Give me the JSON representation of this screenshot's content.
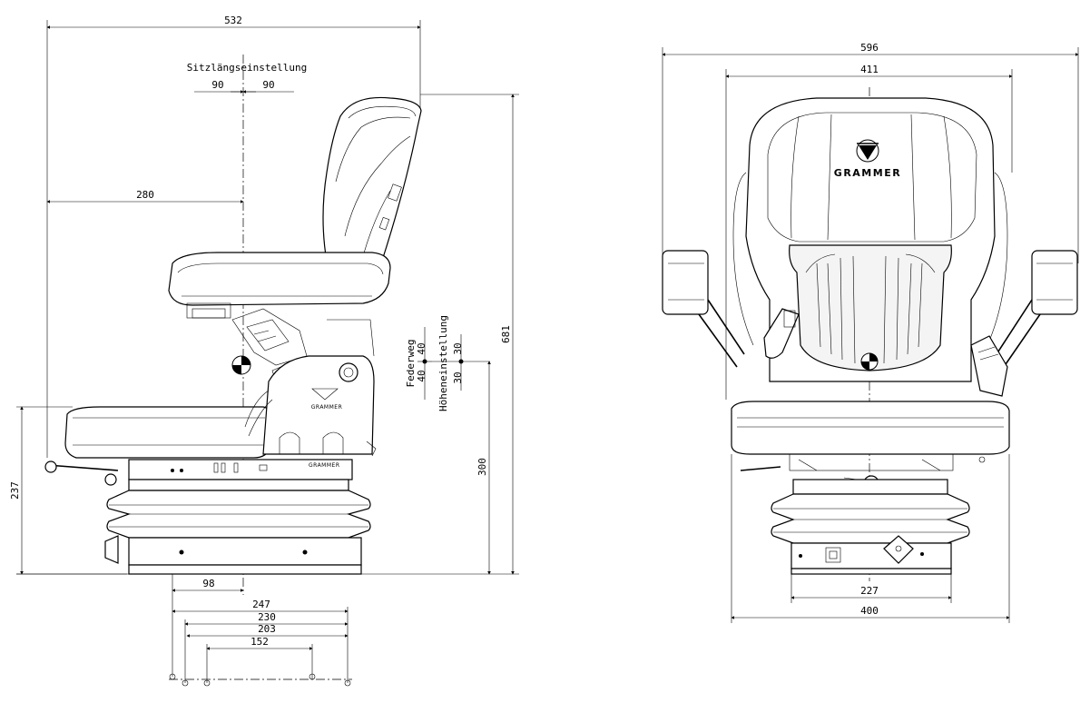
{
  "side_view": {
    "labels": {
      "sitz_laengs": "Sitzlängseinstellung",
      "federweg": "Federweg",
      "hoehen": "Höheneinstellung"
    },
    "dims": {
      "overall_depth": "532",
      "fore_adjust": "90",
      "aft_adjust": "90",
      "seat_ref": "280",
      "overall_height": "681",
      "suspension_up": "40",
      "suspension_down": "40",
      "height_up": "30",
      "height_down": "30",
      "base_height": "300",
      "seat_height": "237",
      "base_offset": "98",
      "rail_247": "247",
      "rail_230": "230",
      "rail_203": "203",
      "rail_152": "152"
    },
    "brand_small": "GRAMMER",
    "brand_plate": "GRAMMER"
  },
  "front_view": {
    "brand": "GRAMMER",
    "dims": {
      "overall_width": "596",
      "backrest_width": "411",
      "base_width": "227",
      "cushion_width": "400"
    }
  }
}
